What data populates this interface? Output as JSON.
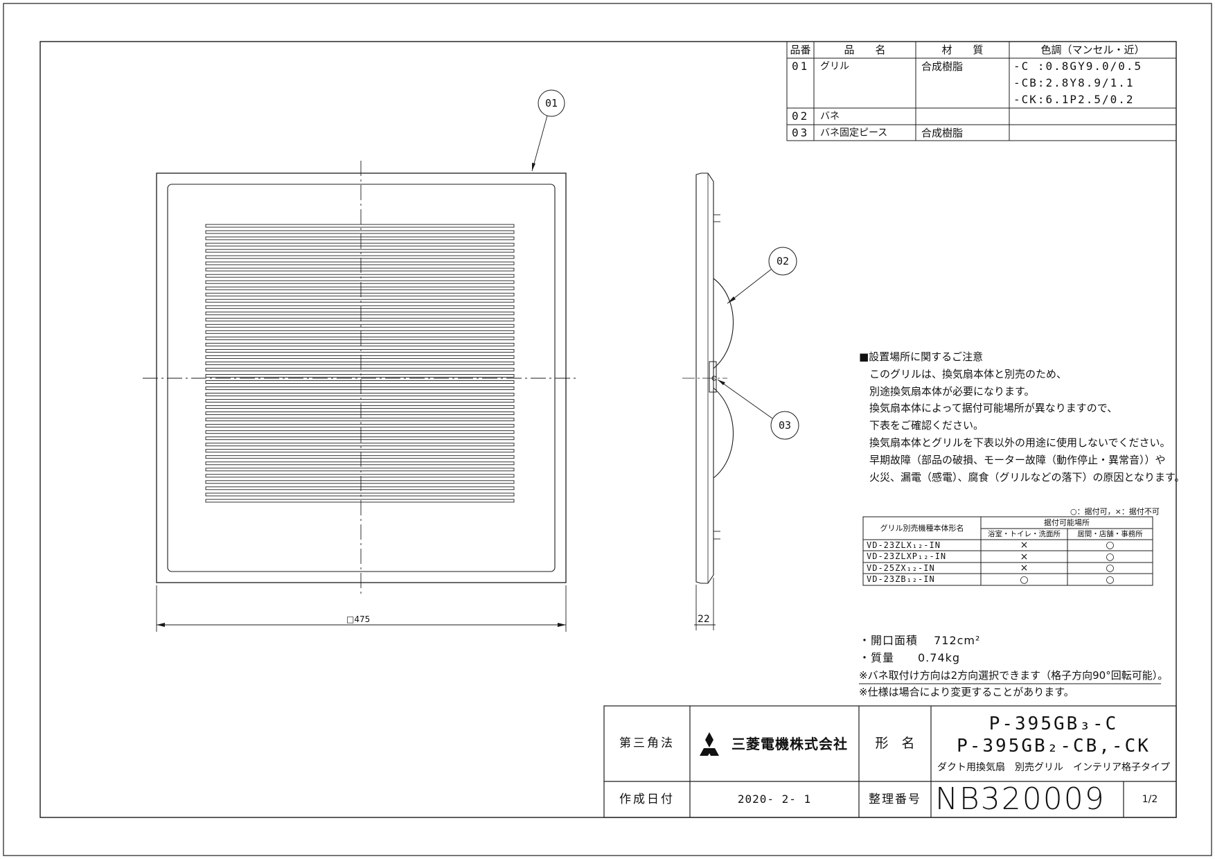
{
  "parts_table": {
    "headers": {
      "no": "品番",
      "name": "品　　名",
      "material": "材　　質",
      "color": "色調（マンセル・近）"
    },
    "rows": [
      {
        "no": "01",
        "name": "グリル",
        "material": "合成樹脂",
        "colors": [
          "-C :0.8GY9.0/0.5",
          "-CB:2.8Y8.9/1.1",
          "-CK:6.1P2.5/0.2"
        ]
      },
      {
        "no": "02",
        "name": "バネ",
        "material": "",
        "colors": []
      },
      {
        "no": "03",
        "name": "バネ固定ピース",
        "material": "合成樹脂",
        "colors": []
      }
    ]
  },
  "callouts": {
    "c01": "01",
    "c02": "02",
    "c03": "03"
  },
  "dimensions": {
    "width": "□475",
    "depth": "22"
  },
  "notes": {
    "title": "■設置場所に関するご注意",
    "lines": [
      "このグリルは、換気扇本体と別売のため、",
      "別途換気扇本体が必要になります。",
      "換気扇本体によって据付可能場所が異なりますので、",
      "下表をご確認ください。",
      "換気扇本体とグリルを下表以外の用途に使用しないでください。",
      "早期故障（部品の破損、モーター故障（動作停止・異常音））や",
      "火災、漏電（感電）、腐食（グリルなどの落下）の原因となります。"
    ]
  },
  "install_table": {
    "legend": "○：据付可，×：据付不可",
    "col1_header": "グリル別売機種本体形名",
    "group_header": "据付可能場所",
    "col2_header": "浴室・トイレ・洗面所",
    "col3_header": "居間・店舗・事務所",
    "rows": [
      {
        "model": "VD-23ZLX₁₂-IN",
        "bath": "×",
        "living": "○"
      },
      {
        "model": "VD-23ZLXP₁₂-IN",
        "bath": "×",
        "living": "○"
      },
      {
        "model": "VD-25ZX₁₂-IN",
        "bath": "×",
        "living": "○"
      },
      {
        "model": "VD-23ZB₁₂-IN",
        "bath": "○",
        "living": "○"
      }
    ]
  },
  "specs": {
    "opening": "・開口面積　 712cm²",
    "mass": "・質量　　0.74kg",
    "note1": "※バネ取付け方向は2方向選択できます（格子方向90°回転可能）。",
    "note2": "※仕様は場合により変更することがあります。"
  },
  "title_block": {
    "projection": "第三角法",
    "company": "三菱電機株式会社",
    "model_label": "形　名",
    "model_line1": "P-395GB₃-C",
    "model_line2": "P-395GB₂-CB,-CK",
    "description": "ダクト用換気扇　別売グリル　インテリア格子タイプ",
    "date_label": "作成日付",
    "date": "2020- 2- 1",
    "number_label": "整理番号",
    "number": "NB320009",
    "page": "1/2"
  },
  "colors": {
    "line": "#1a1a1a",
    "background": "#ffffff"
  }
}
